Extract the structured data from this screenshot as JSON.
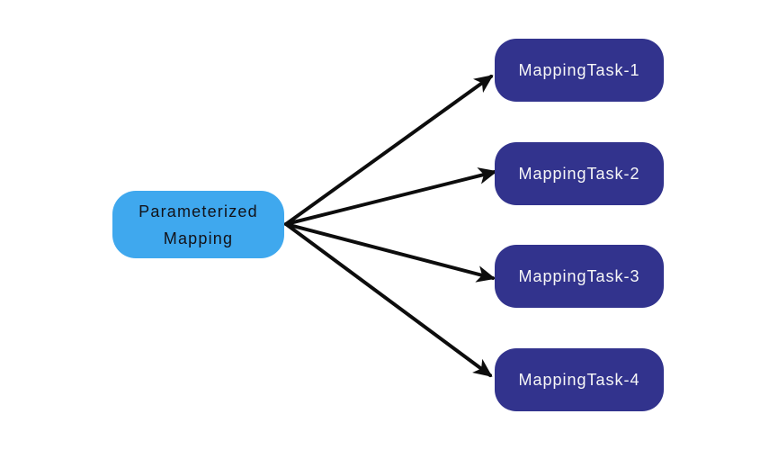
{
  "source_node": {
    "id": "parameterized-mapping",
    "label_line1": "Parameterized",
    "label_line2": "Mapping"
  },
  "task_nodes": [
    {
      "id": "mapping-task-1",
      "label": "MappingTask-1"
    },
    {
      "id": "mapping-task-2",
      "label": "MappingTask-2"
    },
    {
      "id": "mapping-task-3",
      "label": "MappingTask-3"
    },
    {
      "id": "mapping-task-4",
      "label": "MappingTask-4"
    }
  ],
  "edges": [
    {
      "from": "parameterized-mapping",
      "to": "mapping-task-1"
    },
    {
      "from": "parameterized-mapping",
      "to": "mapping-task-2"
    },
    {
      "from": "parameterized-mapping",
      "to": "mapping-task-3"
    },
    {
      "from": "parameterized-mapping",
      "to": "mapping-task-4"
    }
  ],
  "colors": {
    "background": "#ffffff",
    "source_fill": "#3FA8EE",
    "source_text": "#121218",
    "task_fill": "#32338D",
    "task_text": "#F7F7F7",
    "arrow": "#0D0D0D"
  }
}
